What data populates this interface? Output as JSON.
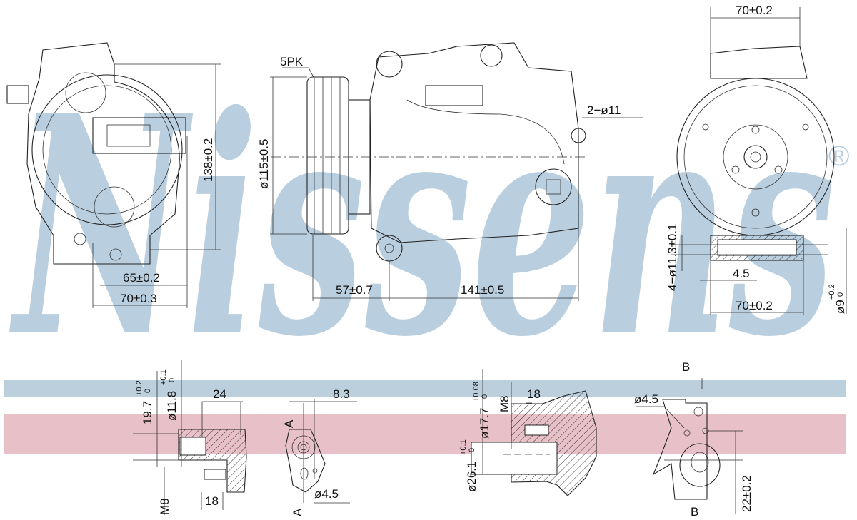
{
  "watermark": {
    "brand": "Nissens",
    "registered": "®"
  },
  "colors": {
    "watermark": "#b9cfe0",
    "blue_stripe": "#bccfdd",
    "pink_stripe": "#e8c0c8",
    "line": "#222222"
  },
  "top_left_view": {
    "width_70": "70±0.3",
    "width_65": "65±0.2",
    "height_138": "138±0.2"
  },
  "side_view": {
    "belt": "5PK",
    "pulley_diameter": "ø115±0.5",
    "dim_57": "57±0.7",
    "dim_141": "141±0.5",
    "mount_holes": "2−ø11"
  },
  "front_view": {
    "top_width": "70±0.2",
    "holes": "4−ø11.3±0.1",
    "offset": "4.5",
    "bottom_width": "70±0.2",
    "bore_base": "ø9",
    "bore_tol_plus": "+0.2",
    "bore_tol_zero": "0"
  },
  "detail_left": {
    "dim_19_7": "19.7",
    "tol_19_7_plus": "+0.2",
    "tol_19_7_zero": "0",
    "dim_11_8": "ø11.8",
    "tol_11_8_plus": "+0.1",
    "tol_11_8_zero": "0",
    "dim_24": "24",
    "thread": "M8",
    "dim_18": "18"
  },
  "detail_a": {
    "dim_8_3": "8.3",
    "section_top": "A",
    "section_bottom": "A",
    "hole": "ø4.5"
  },
  "detail_right": {
    "dim_26_1": "ø26.1",
    "tol_26_1_plus": "+0.1",
    "tol_26_1_zero": "0",
    "dim_17_7": "ø17.7",
    "tol_17_7_plus": "+0.08",
    "tol_17_7_zero": "0",
    "thread": "M8",
    "dim_18": "18"
  },
  "detail_b": {
    "section_top": "B",
    "section_bottom": "B",
    "hole": "ø4.5",
    "dim_22": "22±0.2"
  }
}
